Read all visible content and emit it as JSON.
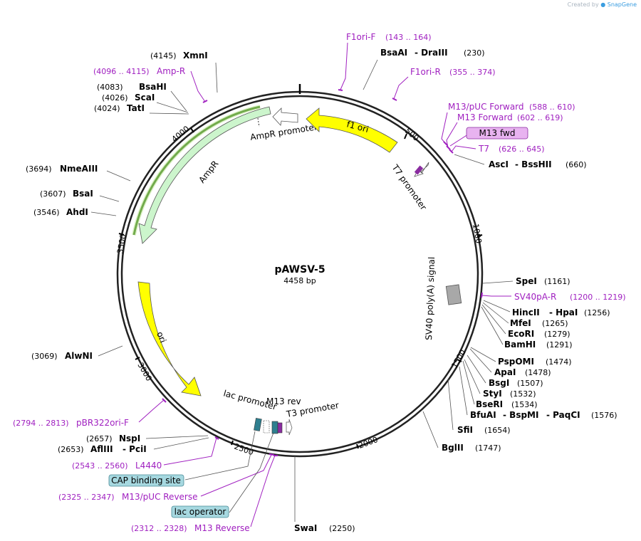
{
  "branding": {
    "prefix": "Created by",
    "name": "SnapGene"
  },
  "plasmid": {
    "name": "pAWSV-5",
    "size_label": "4458 bp",
    "length": 4458
  },
  "ticks": [
    {
      "label": "500",
      "bp": 500
    },
    {
      "label": "1000",
      "bp": 1000
    },
    {
      "label": "1500",
      "bp": 1500
    },
    {
      "label": "2000",
      "bp": 2000
    },
    {
      "label": "2500",
      "bp": 2500
    },
    {
      "label": "3000",
      "bp": 3000
    },
    {
      "label": "3500",
      "bp": 3500
    },
    {
      "label": "4000",
      "bp": 4000
    }
  ],
  "enzymes": [
    {
      "name": "XmnI",
      "pos": "(4145)"
    },
    {
      "name": "BsaAI",
      "name2": "DraIII",
      "pos": "(230)"
    },
    {
      "name": "BsaHI",
      "pos": "(4083)"
    },
    {
      "name": "ScaI",
      "pos": "(4026)"
    },
    {
      "name": "TatI",
      "pos": "(4024)"
    },
    {
      "name": "AscI",
      "name2": "BssHII",
      "pos": "(660)"
    },
    {
      "name": "NmeAIII",
      "pos": "(3694)"
    },
    {
      "name": "BsaI",
      "pos": "(3607)"
    },
    {
      "name": "AhdI",
      "pos": "(3546)"
    },
    {
      "name": "SpeI",
      "pos": "(1161)"
    },
    {
      "name": "HincII",
      "name2": "HpaI",
      "pos": "(1256)"
    },
    {
      "name": "MfeI",
      "pos": "(1265)"
    },
    {
      "name": "EcoRI",
      "pos": "(1279)"
    },
    {
      "name": "BamHI",
      "pos": "(1291)"
    },
    {
      "name": "AlwNI",
      "pos": "(3069)"
    },
    {
      "name": "PspOMI",
      "pos": "(1474)"
    },
    {
      "name": "ApaI",
      "pos": "(1478)"
    },
    {
      "name": "BsgI",
      "pos": "(1507)"
    },
    {
      "name": "StyI",
      "pos": "(1532)"
    },
    {
      "name": "BseRI",
      "pos": "(1534)"
    },
    {
      "name": "BfuAI",
      "name2": "BspMI",
      "name3": "PaqCI",
      "pos": "(1576)"
    },
    {
      "name": "SfiI",
      "pos": "(1654)"
    },
    {
      "name": "BglII",
      "pos": "(1747)"
    },
    {
      "name": "NspI",
      "pos": "(2657)"
    },
    {
      "name": "AflIII",
      "name2": "PciI",
      "pos": "(2653)"
    },
    {
      "name": "SwaI",
      "pos": "(2250)"
    }
  ],
  "primers": [
    {
      "name": "F1ori-F",
      "range": "(143 .. 164)"
    },
    {
      "name": "F1ori-R",
      "range": "(355 .. 374)"
    },
    {
      "name": "Amp-R",
      "range": "(4096 .. 4115)"
    },
    {
      "name": "M13/pUC Forward",
      "range": "(588 .. 610)"
    },
    {
      "name": "M13 Forward",
      "range": "(602 .. 619)"
    },
    {
      "name": "T7",
      "range": "(626 .. 645)"
    },
    {
      "name": "SV40pA-R",
      "range": "(1200 .. 1219)"
    },
    {
      "name": "pBR322ori-F",
      "range": "(2794 .. 2813)"
    },
    {
      "name": "L4440",
      "range": "(2543 .. 2560)"
    },
    {
      "name": "M13/pUC Reverse",
      "range": "(2325 .. 2347)"
    },
    {
      "name": "M13 Reverse",
      "range": "(2312 .. 2328)"
    }
  ],
  "boxed_labels": [
    {
      "name": "M13 fwd",
      "color": "#e8b3f0",
      "border": "#8a2ca0"
    },
    {
      "name": "CAP binding site",
      "color": "#a6d8e0",
      "border": "#4a8a96"
    },
    {
      "name": "lac operator",
      "color": "#a6d8e0",
      "border": "#4a8a96"
    }
  ],
  "features": [
    {
      "name": "f1 ori",
      "color": "#ffff00"
    },
    {
      "name": "AmpR promoter",
      "color": "#ffffff"
    },
    {
      "name": "AmpR",
      "color": "#ccf5cc"
    },
    {
      "name": "T7 promoter",
      "color": "#ffffff"
    },
    {
      "name": "SV40 poly(A) signal",
      "color": "#a8a8a8"
    },
    {
      "name": "ori",
      "color": "#ffff00"
    },
    {
      "name": "lac promoter",
      "color": "#ffffff"
    },
    {
      "name": "M13 rev",
      "color": "#ffffff"
    },
    {
      "name": "T3 promoter",
      "color": "#ffffff"
    }
  ],
  "colors": {
    "primer": "#a020c0",
    "backbone": "#222222",
    "amp_highlight": "#3a7d1a"
  }
}
